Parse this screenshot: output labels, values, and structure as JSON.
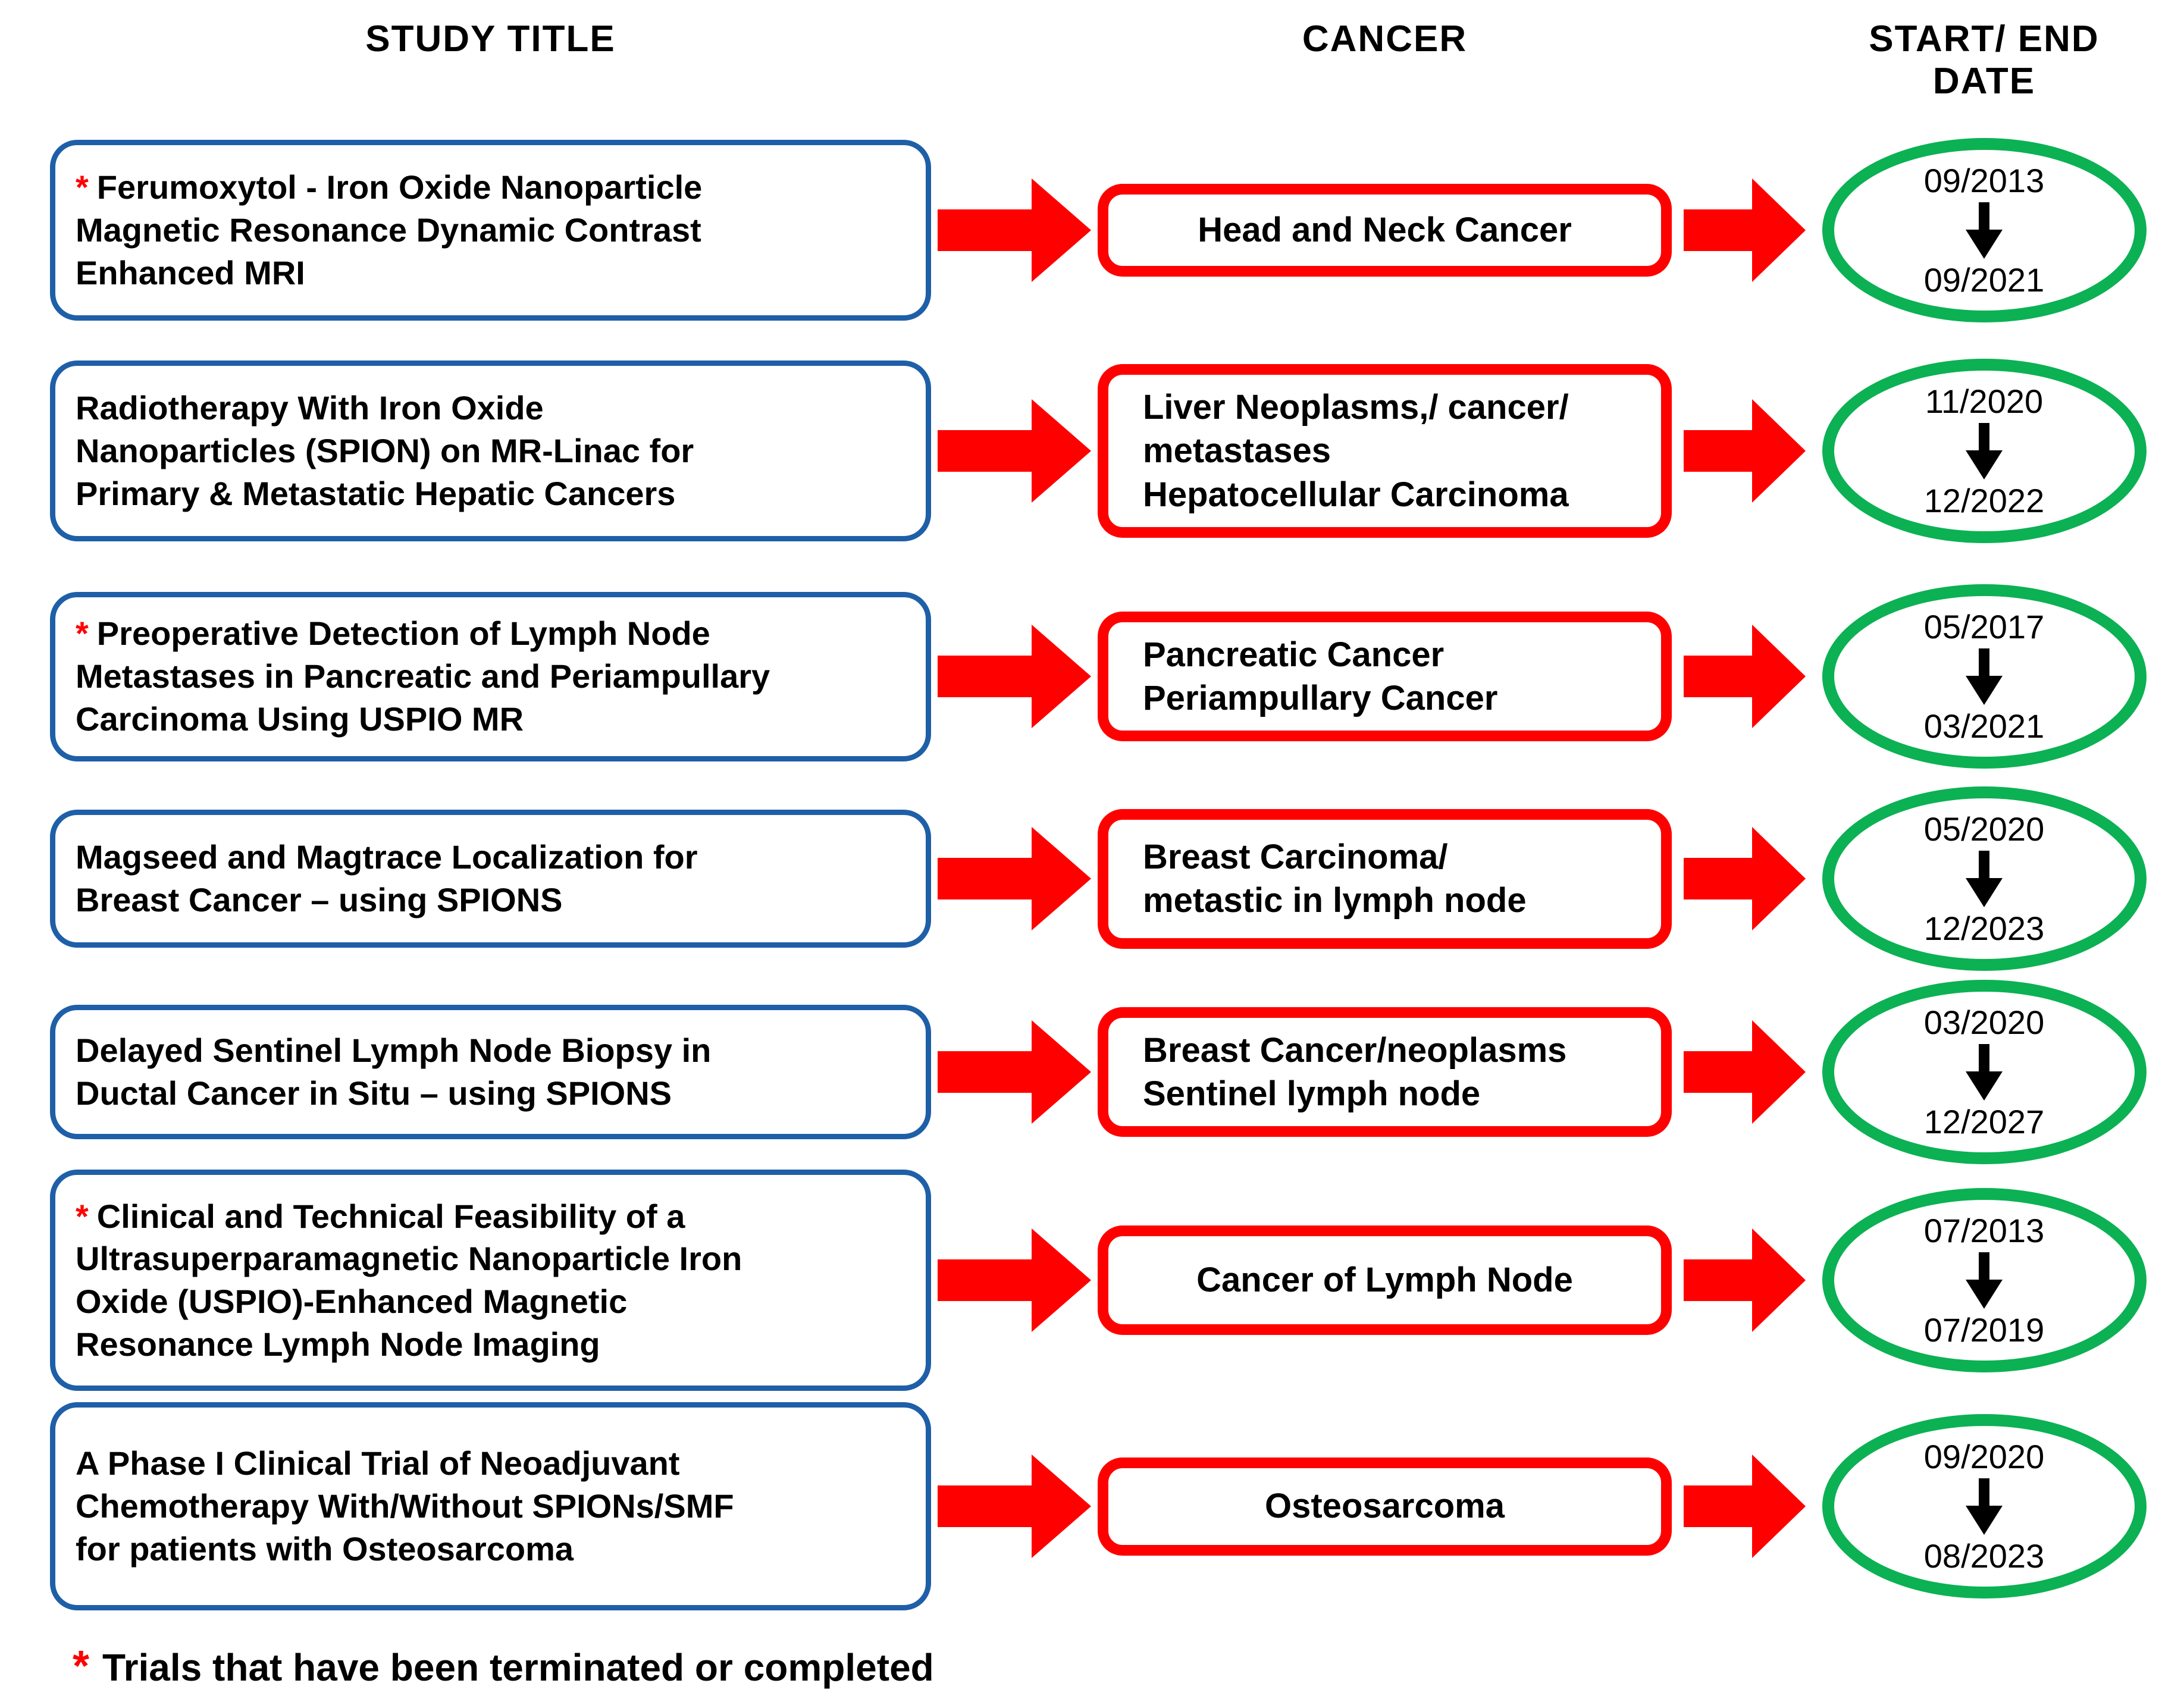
{
  "header": {
    "study_title": "STUDY TITLE",
    "cancer": "CANCER",
    "dates": "START/ END DATE"
  },
  "legend": {
    "asterisk": "*",
    "text": "Trials that have been terminated or completed"
  },
  "icons": {
    "flow_arrow": "arrow-right-icon",
    "date_flow": "arrow-down-icon"
  },
  "colors": {
    "blue_border": "#1E5FA8",
    "red": "#FF0000",
    "green": "#0BB153",
    "text": "#000000",
    "background": "#FFFFFF"
  },
  "rows": [
    {
      "terminated": true,
      "study_title": "Ferumoxytol - Iron Oxide Nanoparticle\nMagnetic Resonance Dynamic Contrast\nEnhanced MRI",
      "cancer": "Head and Neck Cancer",
      "start_date": "09/2013",
      "end_date": "09/2021"
    },
    {
      "terminated": false,
      "study_title": "Radiotherapy With Iron Oxide\nNanoparticles (SPION) on MR-Linac for\nPrimary & Metastatic Hepatic Cancers",
      "cancer": "Liver Neoplasms,/ cancer/\nmetastases\nHepatocellular Carcinoma",
      "start_date": "11/2020",
      "end_date": "12/2022"
    },
    {
      "terminated": true,
      "study_title": "Preoperative Detection of Lymph Node\nMetastases in Pancreatic and Periampullary\nCarcinoma Using USPIO MR",
      "cancer": "Pancreatic Cancer\nPeriampullary Cancer",
      "start_date": "05/2017",
      "end_date": "03/2021"
    },
    {
      "terminated": false,
      "study_title": "Magseed and Magtrace Localization for\nBreast Cancer – using SPIONS",
      "cancer": "Breast Carcinoma/\nmetastic in lymph node",
      "start_date": "05/2020",
      "end_date": "12/2023"
    },
    {
      "terminated": false,
      "study_title": "Delayed Sentinel Lymph Node Biopsy in\nDuctal Cancer in Situ – using SPIONS",
      "cancer": "Breast Cancer/neoplasms\nSentinel lymph node",
      "start_date": "03/2020",
      "end_date": "12/2027"
    },
    {
      "terminated": true,
      "study_title": "Clinical and Technical Feasibility of a\nUltrasuperparamagnetic Nanoparticle Iron\nOxide (USPIO)-Enhanced Magnetic\nResonance Lymph Node Imaging",
      "cancer": "Cancer of Lymph Node",
      "start_date": "07/2013",
      "end_date": "07/2019"
    },
    {
      "terminated": false,
      "study_title": "A Phase I Clinical Trial of Neoadjuvant\nChemotherapy With/Without SPIONs/SMF\nfor patients with Osteosarcoma",
      "cancer": "Osteosarcoma",
      "start_date": "09/2020",
      "end_date": "08/2023"
    }
  ]
}
